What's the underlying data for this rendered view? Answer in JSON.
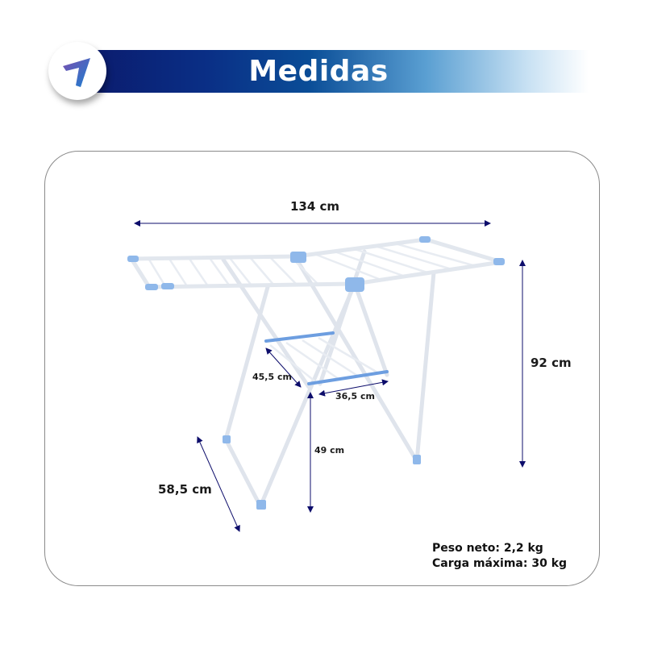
{
  "header": {
    "title": "Medidas"
  },
  "dimensions": {
    "width": "134 cm",
    "height": "92 cm",
    "shelf_depth": "45,5 cm",
    "shelf_width": "36,5 cm",
    "shelf_height": "49 cm",
    "base_depth": "58,5 cm"
  },
  "specs": {
    "net_weight": "Peso neto: 2,2 kg",
    "max_load": "Carga máxima: 30 kg"
  },
  "colors": {
    "navy": "#0b1a6c",
    "accent_blue": "#8fb8ea",
    "frame": "#e4e8ee",
    "arrow": "#0d0d6b"
  }
}
